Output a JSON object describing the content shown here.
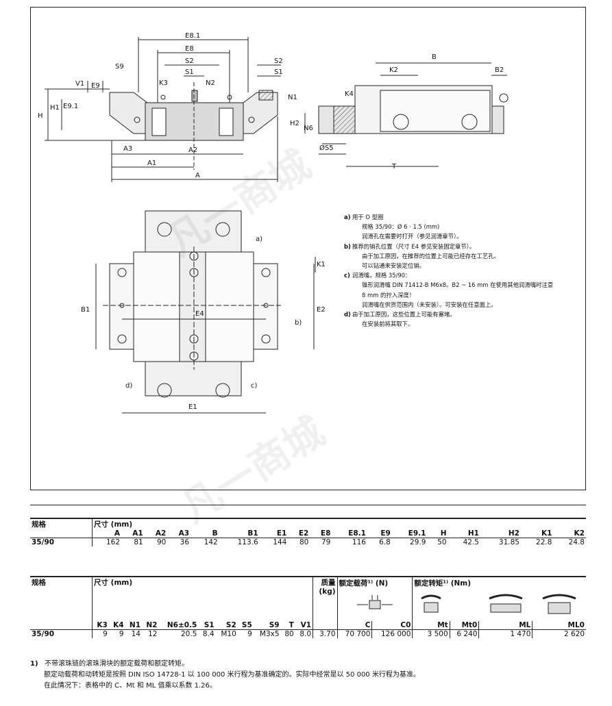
{
  "drawing": {
    "labels": {
      "E81": "E8.1",
      "E8": "E8",
      "S2": "S2",
      "S1": "S1",
      "S9": "S9",
      "V1": "V1",
      "E9": "E9",
      "K3": "K3",
      "N2": "N2",
      "N1": "N1",
      "H": "H",
      "E91": "E9.1",
      "A3": "A3",
      "A2": "A2",
      "A1": "A1",
      "A": "A",
      "B": "B",
      "K2": "K2",
      "B2": "B2",
      "K4": "K4",
      "H2": "H2",
      "N6": "N6",
      "S5": "ØS5",
      "T": "T",
      "a": "a)",
      "b": "b)",
      "c": "c)",
      "d": "d)",
      "K1": "K1",
      "B1": "B1",
      "E4": "E4",
      "E2": "E2",
      "E1": "E1"
    }
  },
  "notes": [
    {
      "key": "a)",
      "lines": [
        "用于 O 型圈",
        "规格 35/90：Ø 6 · 1.5 (mm)",
        "润滑孔在需要时打开（参见润滑章节）。"
      ]
    },
    {
      "key": "b)",
      "lines": [
        "推荐的销孔位置（尺寸 E4 参见安装固定章节）。",
        "由于加工原因，在推荐的位置上可能已经存在工艺孔。",
        "可以钻通来安装定位销。"
      ]
    },
    {
      "key": "c)",
      "lines": [
        "润滑嘴，规格 35/90：",
        "锥形润滑嘴 DIN 71412-B M6x8。B2 ~ 16 mm 在使用其他润滑嘴时注意",
        "8 mm 的拧入深度！",
        "润滑嘴在供货范围内（未安装）。可安装在任意面上。"
      ]
    },
    {
      "key": "d)",
      "lines": [
        "由于加工原因，这些位置上可能有塞堵。",
        "在安装前将其取下。"
      ]
    }
  ],
  "table1": {
    "size_label": "规格",
    "dim_label": "尺寸 (mm)",
    "headers": [
      "A",
      "A1",
      "A2",
      "A3",
      "B",
      "B1",
      "E1",
      "E2",
      "E8",
      "E8.1",
      "E9",
      "E9.1",
      "H",
      "H1",
      "H2",
      "K1",
      "K2"
    ],
    "row_label": "35/90",
    "values": [
      "162",
      "81",
      "90",
      "36",
      "142",
      "113.6",
      "144",
      "80",
      "79",
      "116",
      "6.8",
      "29.9",
      "50",
      "42.5",
      "31.85",
      "22.8",
      "24.8"
    ]
  },
  "table2": {
    "size_label": "规格",
    "dim_label": "尺寸 (mm)",
    "mass_label": "质量",
    "mass_unit": "(kg)",
    "load_label": "额定载荷¹⁾",
    "load_unit": "(N)",
    "torque_label": "额定转矩¹⁾",
    "torque_unit": "(Nm)",
    "headers": [
      "K3",
      "K4",
      "N1",
      "N2",
      "N6±0.5",
      "S1",
      "S2",
      "S5",
      "S9",
      "T",
      "V1"
    ],
    "load_headers": [
      "C",
      "C0"
    ],
    "torque_headers": [
      "Mt",
      "Mt0",
      "ML",
      "ML0"
    ],
    "row_label": "35/90",
    "values": [
      "9",
      "9",
      "14",
      "12",
      "20.5",
      "8.4",
      "M10",
      "9",
      "M3x5",
      "80",
      "8.0"
    ],
    "mass": "3.70",
    "load": [
      "70 700",
      "126 000"
    ],
    "torque": [
      "3 500",
      "6 240",
      "1 470",
      "2 620"
    ]
  },
  "footnote": {
    "mark": "1)",
    "line1": "不带滚珠链的滚珠滑块的额定载荷和额定转矩。",
    "line2": "额定动载荷和动转矩是按照 DIN ISO 14728-1 以 100 000 米行程为基准确定的。实际中经常是以 50 000 米行程为基准。",
    "line3": "在此情况下：表格中的 C、Mt 和 ML 值乘以系数 1.26。"
  },
  "watermark": "凡一商城"
}
